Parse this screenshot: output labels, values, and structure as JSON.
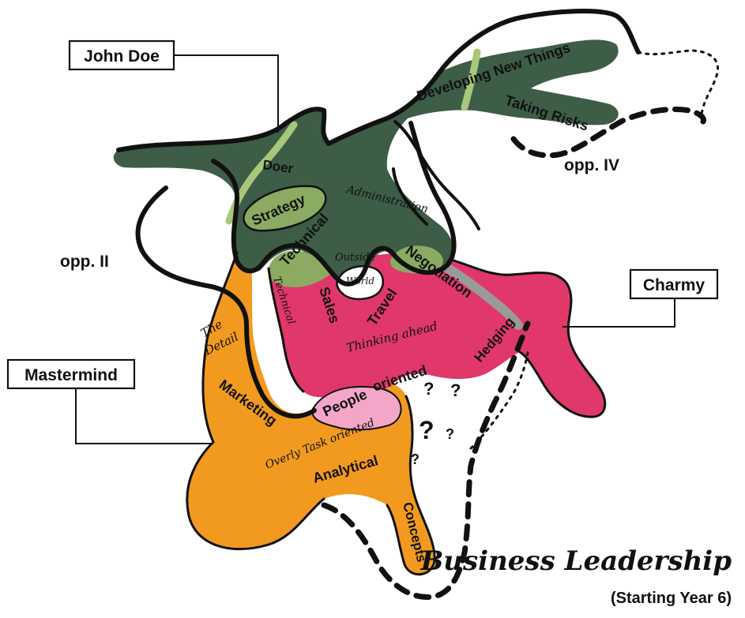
{
  "diagram": {
    "title": "Business Leadership",
    "subtitle": "(Starting Year 6)",
    "profiles": [
      {
        "name": "John Doe",
        "color": "#3d5d46"
      },
      {
        "name": "Charmy",
        "color": "#e0386b"
      },
      {
        "name": "Mastermind",
        "color": "#f29a1f"
      }
    ],
    "opportunity_labels": [
      "opp. II",
      "opp. IV"
    ],
    "region_labels": {
      "developing_new_things": "Developing New Things",
      "taking_risks": "Taking Risks",
      "doer": "Doer",
      "strategy": "Strategy",
      "technical": "Technical",
      "technical_small": "Technical",
      "administration": "Administration",
      "outside": "Outside",
      "world": "World",
      "negotiation": "Negotiation",
      "sales": "Sales",
      "travel": "Travel",
      "thinking_ahead": "Thinking ahead",
      "hedging": "Hedging",
      "people": "People",
      "oriented": "oriented",
      "overly_task_oriented": "Overly Task oriented",
      "the_detail_1": "The",
      "the_detail_2": "Detail",
      "marketing": "Marketing",
      "analytical": "Analytical",
      "concepts": "Concepts"
    },
    "question_marks": [
      "?",
      "?",
      "?",
      "?",
      "?"
    ],
    "colors": {
      "green": "#3d5d46",
      "pink": "#e0386b",
      "orange": "#f29a1f",
      "light_pink": "#f4a6c9",
      "light_green": "#a9c77a",
      "gray": "#9a9a9a",
      "outline": "#111111"
    }
  }
}
